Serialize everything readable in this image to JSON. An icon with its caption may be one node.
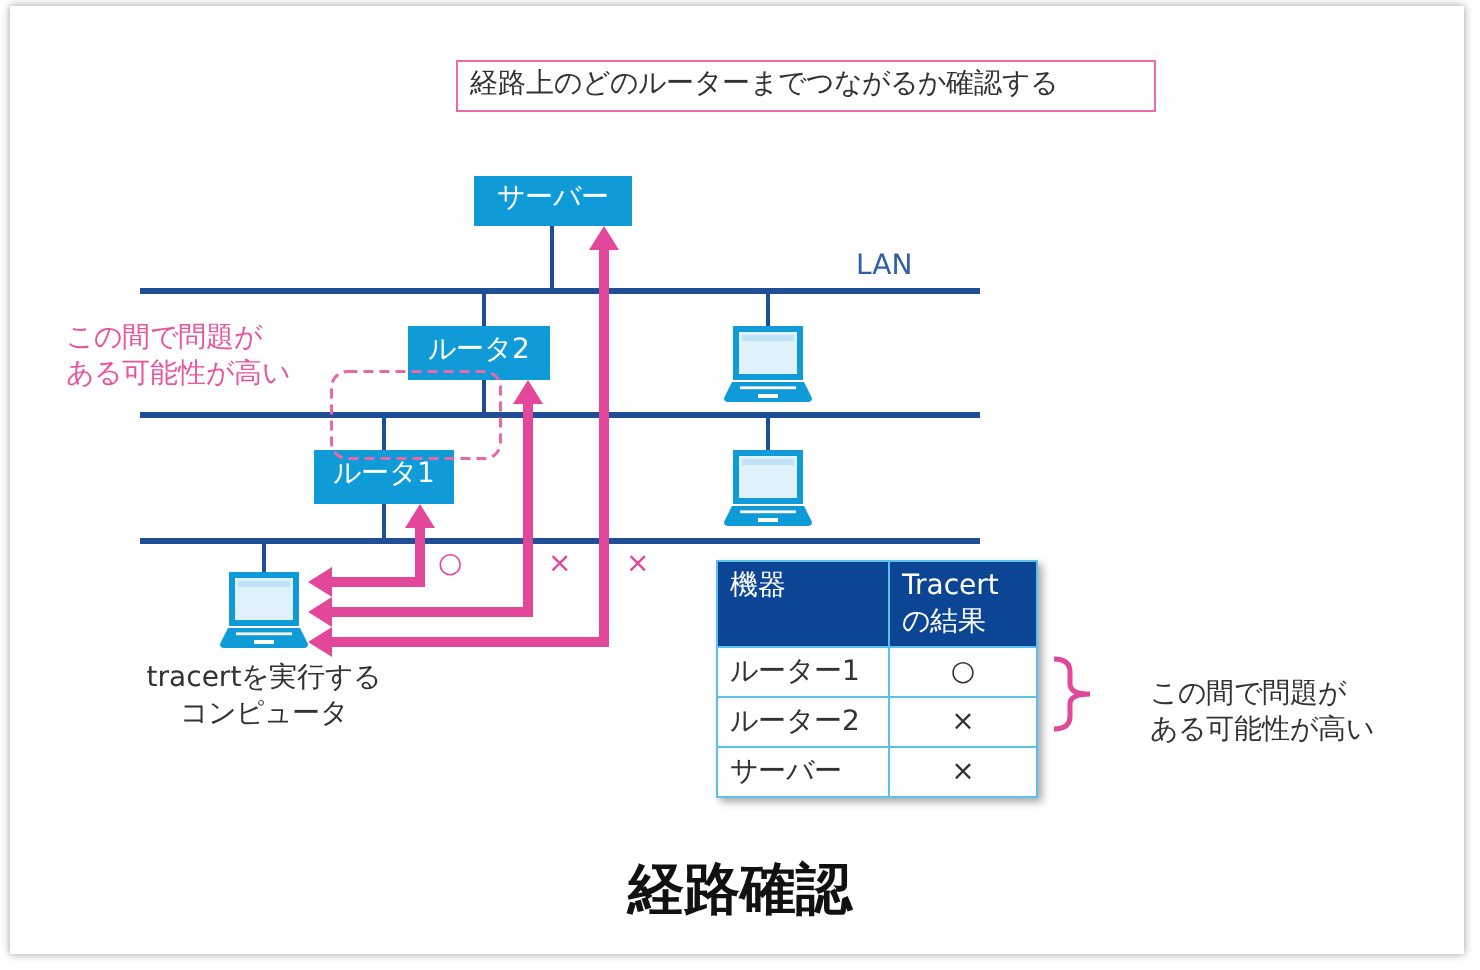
{
  "diagram": {
    "caption": "経路確認",
    "nodes": [
      {
        "text": [
          "経路上のどのルーターまでつながるか確認する"
        ]
      },
      {
        "text": [
          "サーバー"
        ]
      },
      {
        "text": [],
        "shape": "bar",
        "beside": [
          "LAN"
        ]
      },
      {
        "text": [
          "ルータ2"
        ]
      },
      {
        "text": [],
        "shape": "picture"
      },
      {
        "text": [],
        "shape": "bar"
      },
      {
        "text": [
          "ルータ1"
        ]
      },
      {
        "text": [],
        "shape": "picture"
      },
      {
        "text": [],
        "shape": "bar"
      },
      {
        "text": [],
        "shape": "picture",
        "beside": [
          "tracertを実行するコンピュータ"
        ]
      }
    ],
    "edges": [
      {
        "from": 1,
        "to": 2,
        "arrow": "none"
      },
      {
        "from": 3,
        "to": 2,
        "arrow": "none"
      },
      {
        "from": 3,
        "to": 5,
        "arrow": "none"
      },
      {
        "from": 4,
        "to": 2,
        "arrow": "none"
      },
      {
        "from": 6,
        "to": 5,
        "arrow": "none"
      },
      {
        "from": 7,
        "to": 5,
        "arrow": "none"
      },
      {
        "from": 6,
        "to": 8,
        "arrow": "none"
      },
      {
        "from": 9,
        "to": 8,
        "arrow": "none"
      },
      {
        "from": 9,
        "to": 6,
        "arrow": "both",
        "label": "○",
        "style": "thick",
        "color": "#e2479a"
      },
      {
        "from": 9,
        "to": 3,
        "arrow": "both",
        "label": "×",
        "style": "thick",
        "color": "#e2479a"
      },
      {
        "from": 9,
        "to": 1,
        "arrow": "both",
        "label": "×",
        "style": "thick",
        "color": "#e2479a"
      }
    ],
    "labels": [
      "この間で問題がある可能性が高い",
      "機器",
      "Tracert の結果",
      "ルーター1",
      "○",
      "ルーター2",
      "×",
      "サーバー",
      "×",
      "この間で問題がある可能性が高い"
    ]
  }
}
